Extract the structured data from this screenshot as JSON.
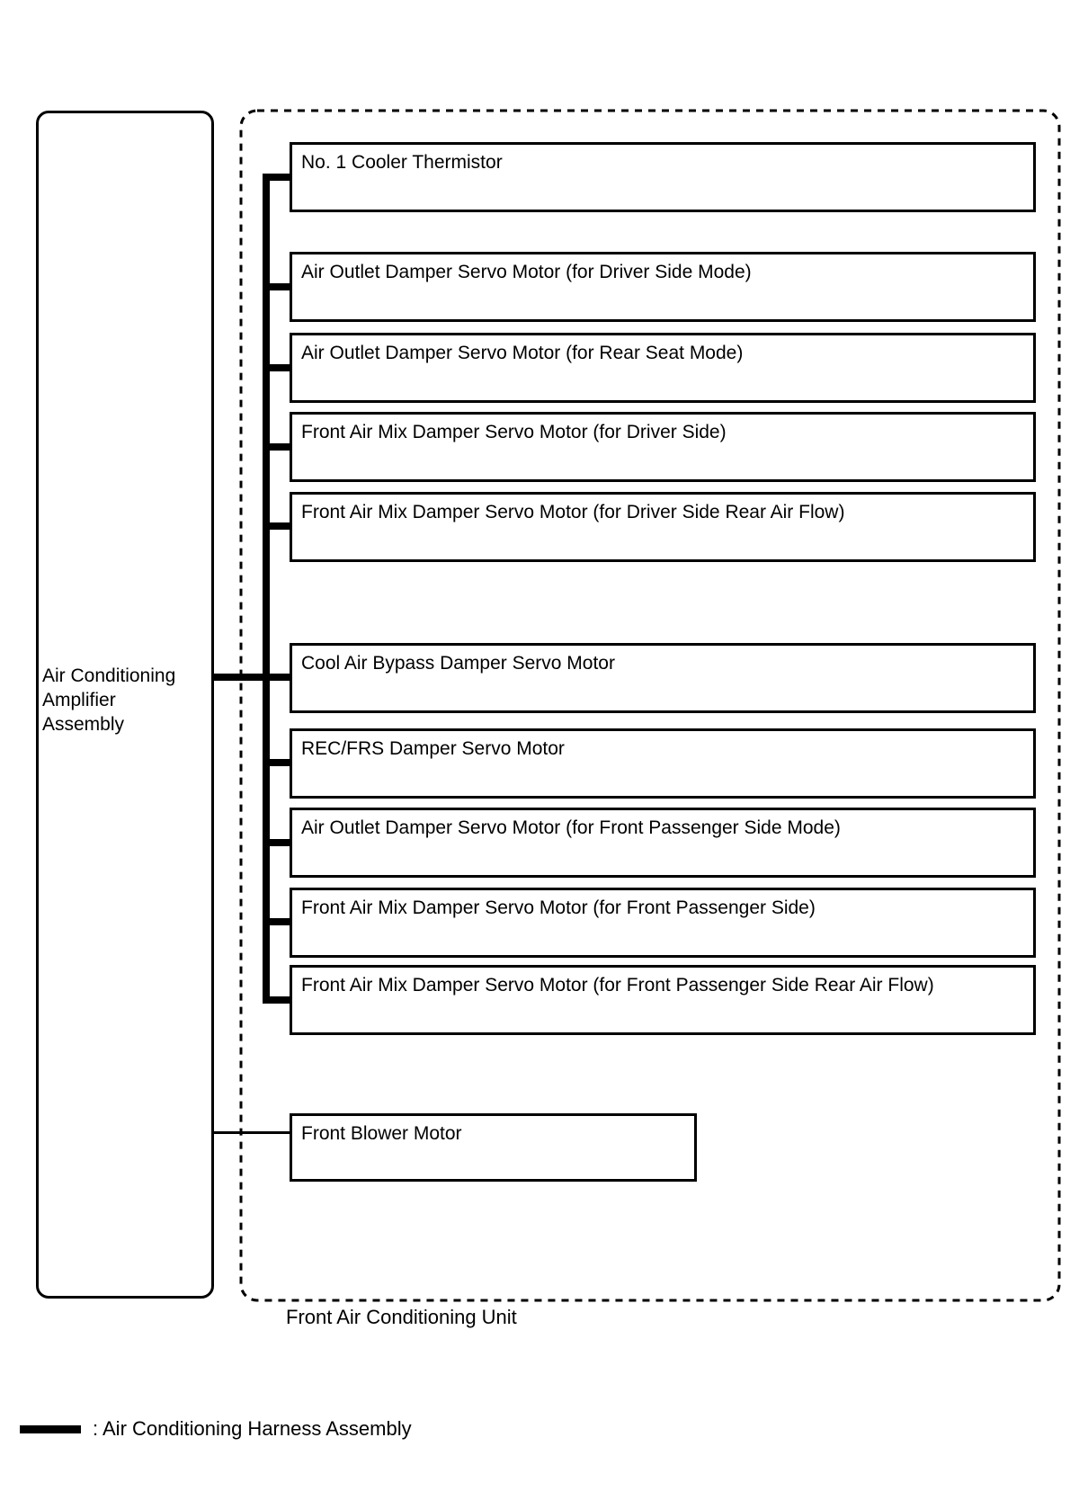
{
  "page": {
    "background_color": "#ffffff",
    "line_color": "#000000"
  },
  "amplifier": {
    "label": "Air Conditioning Amplifier Assembly",
    "lines": [
      "Air Conditioning",
      "Amplifier",
      "Assembly"
    ]
  },
  "front_unit": {
    "label": "Front Air Conditioning Unit",
    "harness_components": [
      {
        "label": "No. 1 Cooler Thermistor"
      },
      {
        "label": "Air Outlet Damper Servo Motor (for Driver Side Mode)"
      },
      {
        "label": "Air Outlet Damper Servo Motor (for Rear Seat Mode)"
      },
      {
        "label": "Front Air Mix Damper Servo Motor (for Driver Side)"
      },
      {
        "label": "Front Air Mix Damper Servo Motor (for Driver Side Rear Air Flow)"
      },
      {
        "label": "Cool Air Bypass Damper Servo Motor"
      },
      {
        "label": "REC/FRS Damper Servo Motor"
      },
      {
        "label": "Air Outlet Damper Servo Motor (for Front Passenger Side Mode)"
      },
      {
        "label": "Front Air Mix Damper Servo Motor (for Front Passenger Side)"
      },
      {
        "label": "Front Air Mix Damper Servo Motor (for Front Passenger Side Rear Air Flow)"
      }
    ],
    "blower": {
      "label": "Front Blower Motor"
    }
  },
  "legend": {
    "label": ": Air Conditioning Harness Assembly"
  }
}
